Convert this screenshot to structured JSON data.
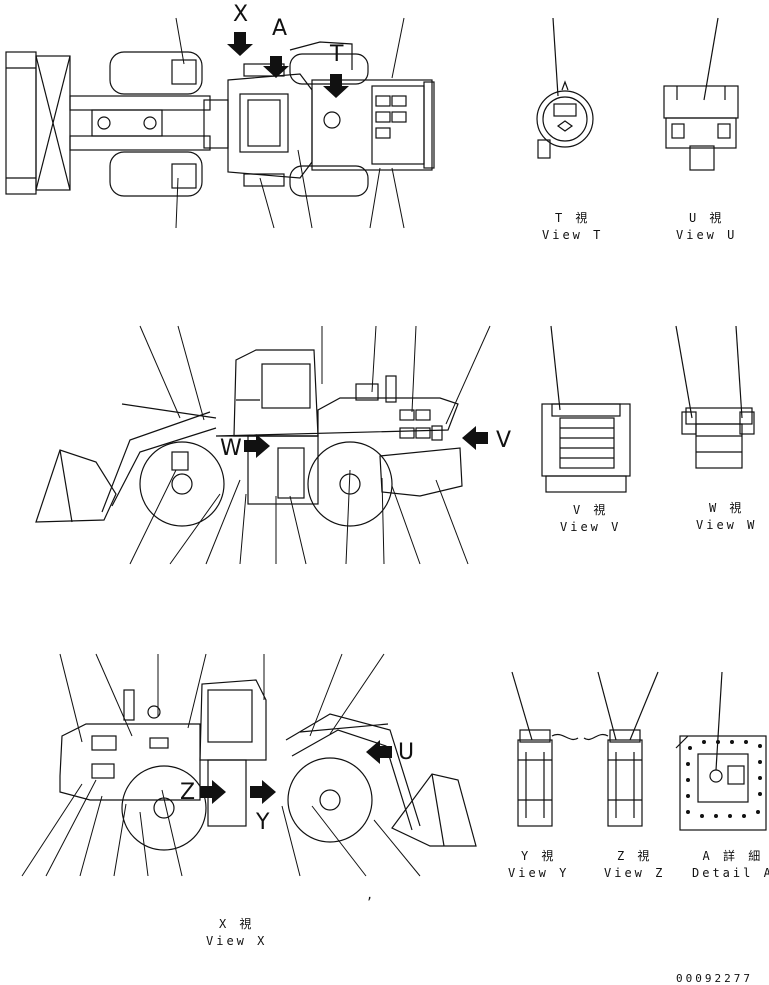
{
  "callouts": {
    "x": "X",
    "a": "A",
    "t": "T",
    "v": "V",
    "w": "W",
    "u": "U",
    "y": "Y",
    "z": "Z"
  },
  "captions": {
    "view_t": {
      "jp": "T 視",
      "en": "View T"
    },
    "view_u": {
      "jp": "U 視",
      "en": "View U"
    },
    "view_v": {
      "jp": "V 視",
      "en": "View V"
    },
    "view_w": {
      "jp": "W 視",
      "en": "View W"
    },
    "view_y": {
      "jp": "Y 視",
      "en": "View Y"
    },
    "view_z": {
      "jp": "Z 視",
      "en": "View Z"
    },
    "detail_a": {
      "jp": "A 詳 細",
      "en": "Detail A"
    },
    "view_x": {
      "jp": "X 視",
      "en": "View X"
    }
  },
  "stray_mark": ",",
  "drawing_number": "00092277"
}
